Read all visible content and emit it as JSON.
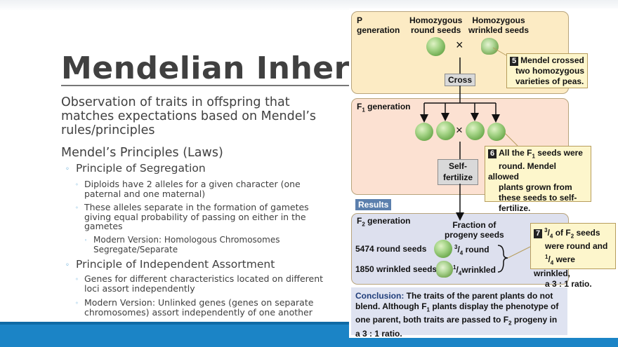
{
  "slide": {
    "title": "Mendelian Inheritance",
    "intro": "Observation of traits in offspring that matches expectations based on Mendel’s rules/principles",
    "principles_heading": "Mendel’s Principles (Laws)",
    "segregation": {
      "heading": "Principle of Segregation",
      "point1": "Diploids have 2 alleles for a given character (one paternal and one maternal)",
      "point2": "These alleles separate in the formation of gametes giving equal probability of passing on either in the gametes",
      "modern": "Modern Version: Homologous Chromosomes Segregate/Separate"
    },
    "independent": {
      "heading": "Principle of Independent Assortment",
      "point1": "Genes for different characteristics located on different loci assort independently",
      "point2": "Modern Version: Unlinked genes (genes on separate chromosomes) assort independently of one another"
    }
  },
  "figure": {
    "p_gen": {
      "label_line1": "P",
      "label_line2": "generation",
      "round_line1": "Homozygous",
      "round_line2": "round seeds",
      "wrinkled_line1": "Homozygous",
      "wrinkled_line2": "wrinkled seeds",
      "cross_symbol": "×",
      "cross_box": "Cross"
    },
    "callout5": {
      "number": "5",
      "line1": "Mendel crossed",
      "line2": "two homozygous",
      "line3": "varieties of peas."
    },
    "f1": {
      "label_pre": "F",
      "label_sub": "1",
      "label_post": " generation",
      "cross_symbol": "×",
      "self_line1": "Self-",
      "self_line2": "fertilize"
    },
    "callout6": {
      "number": "6",
      "l1a": "All the F",
      "l1sub": "1",
      "l1b": " seeds were",
      "line2": "round. Mendel allowed",
      "line3": "plants grown from",
      "line4": "these seeds to self-",
      "line5": "fertilize."
    },
    "results_tag": "Results",
    "f2": {
      "label_pre": "F",
      "label_sub": "2",
      "label_post": " generation",
      "frac_head1": "Fraction of",
      "frac_head2": "progeny seeds",
      "round_count": "5474 round seeds",
      "wrinkled_count": "1850 wrinkled seeds",
      "round_frac_sup": "3",
      "round_frac_sub": "4",
      "round_frac_label": "round",
      "wr_frac_sup": "1",
      "wr_frac_sub": "4",
      "wr_frac_label": "wrinkled"
    },
    "callout7": {
      "number": "7",
      "sup1": "3",
      "sub1": "4",
      "l1a": " of F",
      "l1sub": "2",
      "l1b": " seeds",
      "line2": "were round and",
      "sup3": "1",
      "sub3": "4",
      "l3b": " were wrinkled,",
      "line4": "a 3 : 1 ratio."
    },
    "conclusion": {
      "lead": "Conclusion:",
      "l1": " The traits of the parent plants do not",
      "l2a": "blend. Although F",
      "l2sub": "1",
      "l2b": " plants display the phenotype of",
      "l3": "one parent, both traits are passed to F",
      "l3sub": "2",
      "l3b": " progeny in",
      "l4": "a 3 : 1 ratio."
    },
    "colors": {
      "p_bg": "#fcebc4",
      "f1_bg": "#fce1d2",
      "f2_bg": "#dde0ee",
      "callout_bg": "#fdf6cc",
      "results_bg": "#5b7fad",
      "bar": "#1b84c6"
    }
  }
}
